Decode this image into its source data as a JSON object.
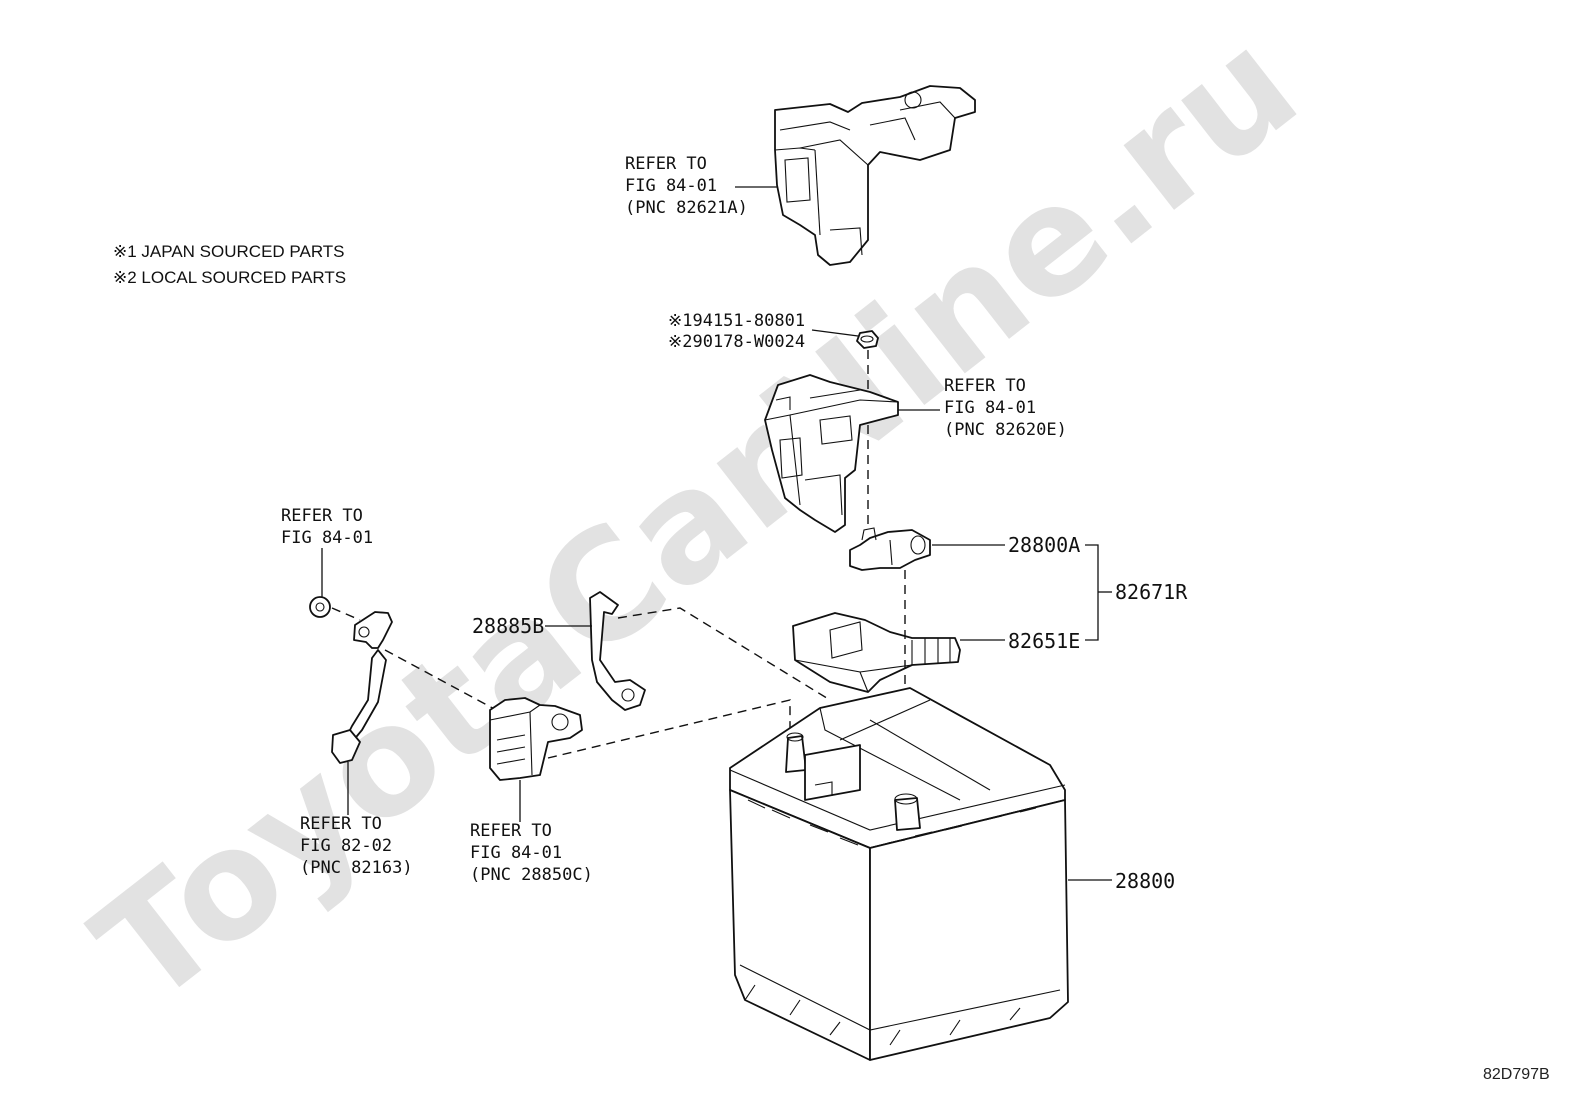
{
  "watermark": "ToyotaCarNine.ru",
  "notes": {
    "japan": "※1 JAPAN SOURCED PARTS",
    "local": "※2 LOCAL SOURCED PARTS"
  },
  "callouts": {
    "top_cover": [
      "REFER TO",
      "FIG 84-01",
      "(PNC 82621A)"
    ],
    "nut": [
      "※194151-80801",
      "※290178-W0024"
    ],
    "fuse_block": [
      "REFER TO",
      "FIG 84-01",
      "(PNC 82620E)"
    ],
    "left_nut": [
      "REFER TO",
      "FIG 84-01"
    ],
    "ground_cable": [
      "REFER TO",
      "FIG 82-02",
      "(PNC 82163)"
    ],
    "terminal_clamp": [
      "REFER TO",
      "FIG 84-01",
      "(PNC 28850C)"
    ]
  },
  "parts": {
    "terminal_clamp_top": "28800A",
    "assembly": "82671R",
    "terminal_cover": "82651E",
    "cable": "28885B",
    "battery": "28800"
  },
  "figure_code": "82D797B"
}
